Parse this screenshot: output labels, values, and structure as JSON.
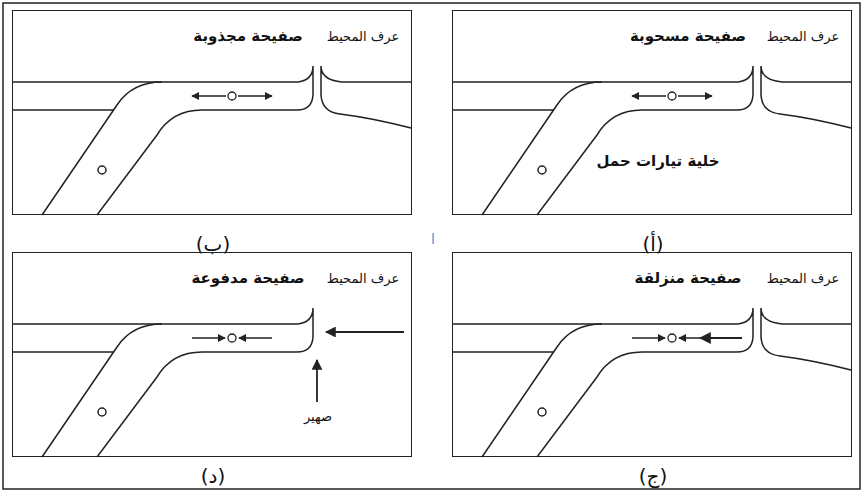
{
  "diagram": {
    "nodes": [
      {
        "text": [
          "صفيحة مسحوبة",
          "عرف المحيط",
          "خلية تيارات حمل",
          "(أ)"
        ]
      },
      {
        "text": [
          "صفيحة مجذوبة",
          "عرف المحيط",
          "(ب)"
        ]
      },
      {
        "text": [
          "صفيحة منزلقة",
          "عرف المحيط",
          "(ج)"
        ]
      },
      {
        "text": [
          "صفيحة مدفوعة",
          "عرف المحيط",
          "صهير",
          "(د)"
        ]
      }
    ],
    "labels": [
      "ا"
    ]
  }
}
